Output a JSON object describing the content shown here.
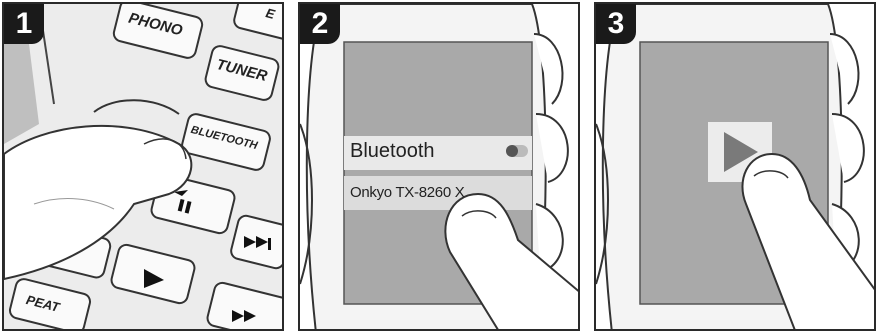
{
  "panels": [
    {
      "step": "1",
      "remote_labels": {
        "phono": "PHONO",
        "tuner": "TUNER",
        "bluetooth": "BLUETOOTH",
        "repeat": "PEAT",
        "top_partial": "E"
      }
    },
    {
      "step": "2",
      "settings": {
        "bluetooth_label": "Bluetooth",
        "device_name": "Onkyo TX-8260 X"
      }
    },
    {
      "step": "3",
      "icon": "play-icon"
    }
  ]
}
